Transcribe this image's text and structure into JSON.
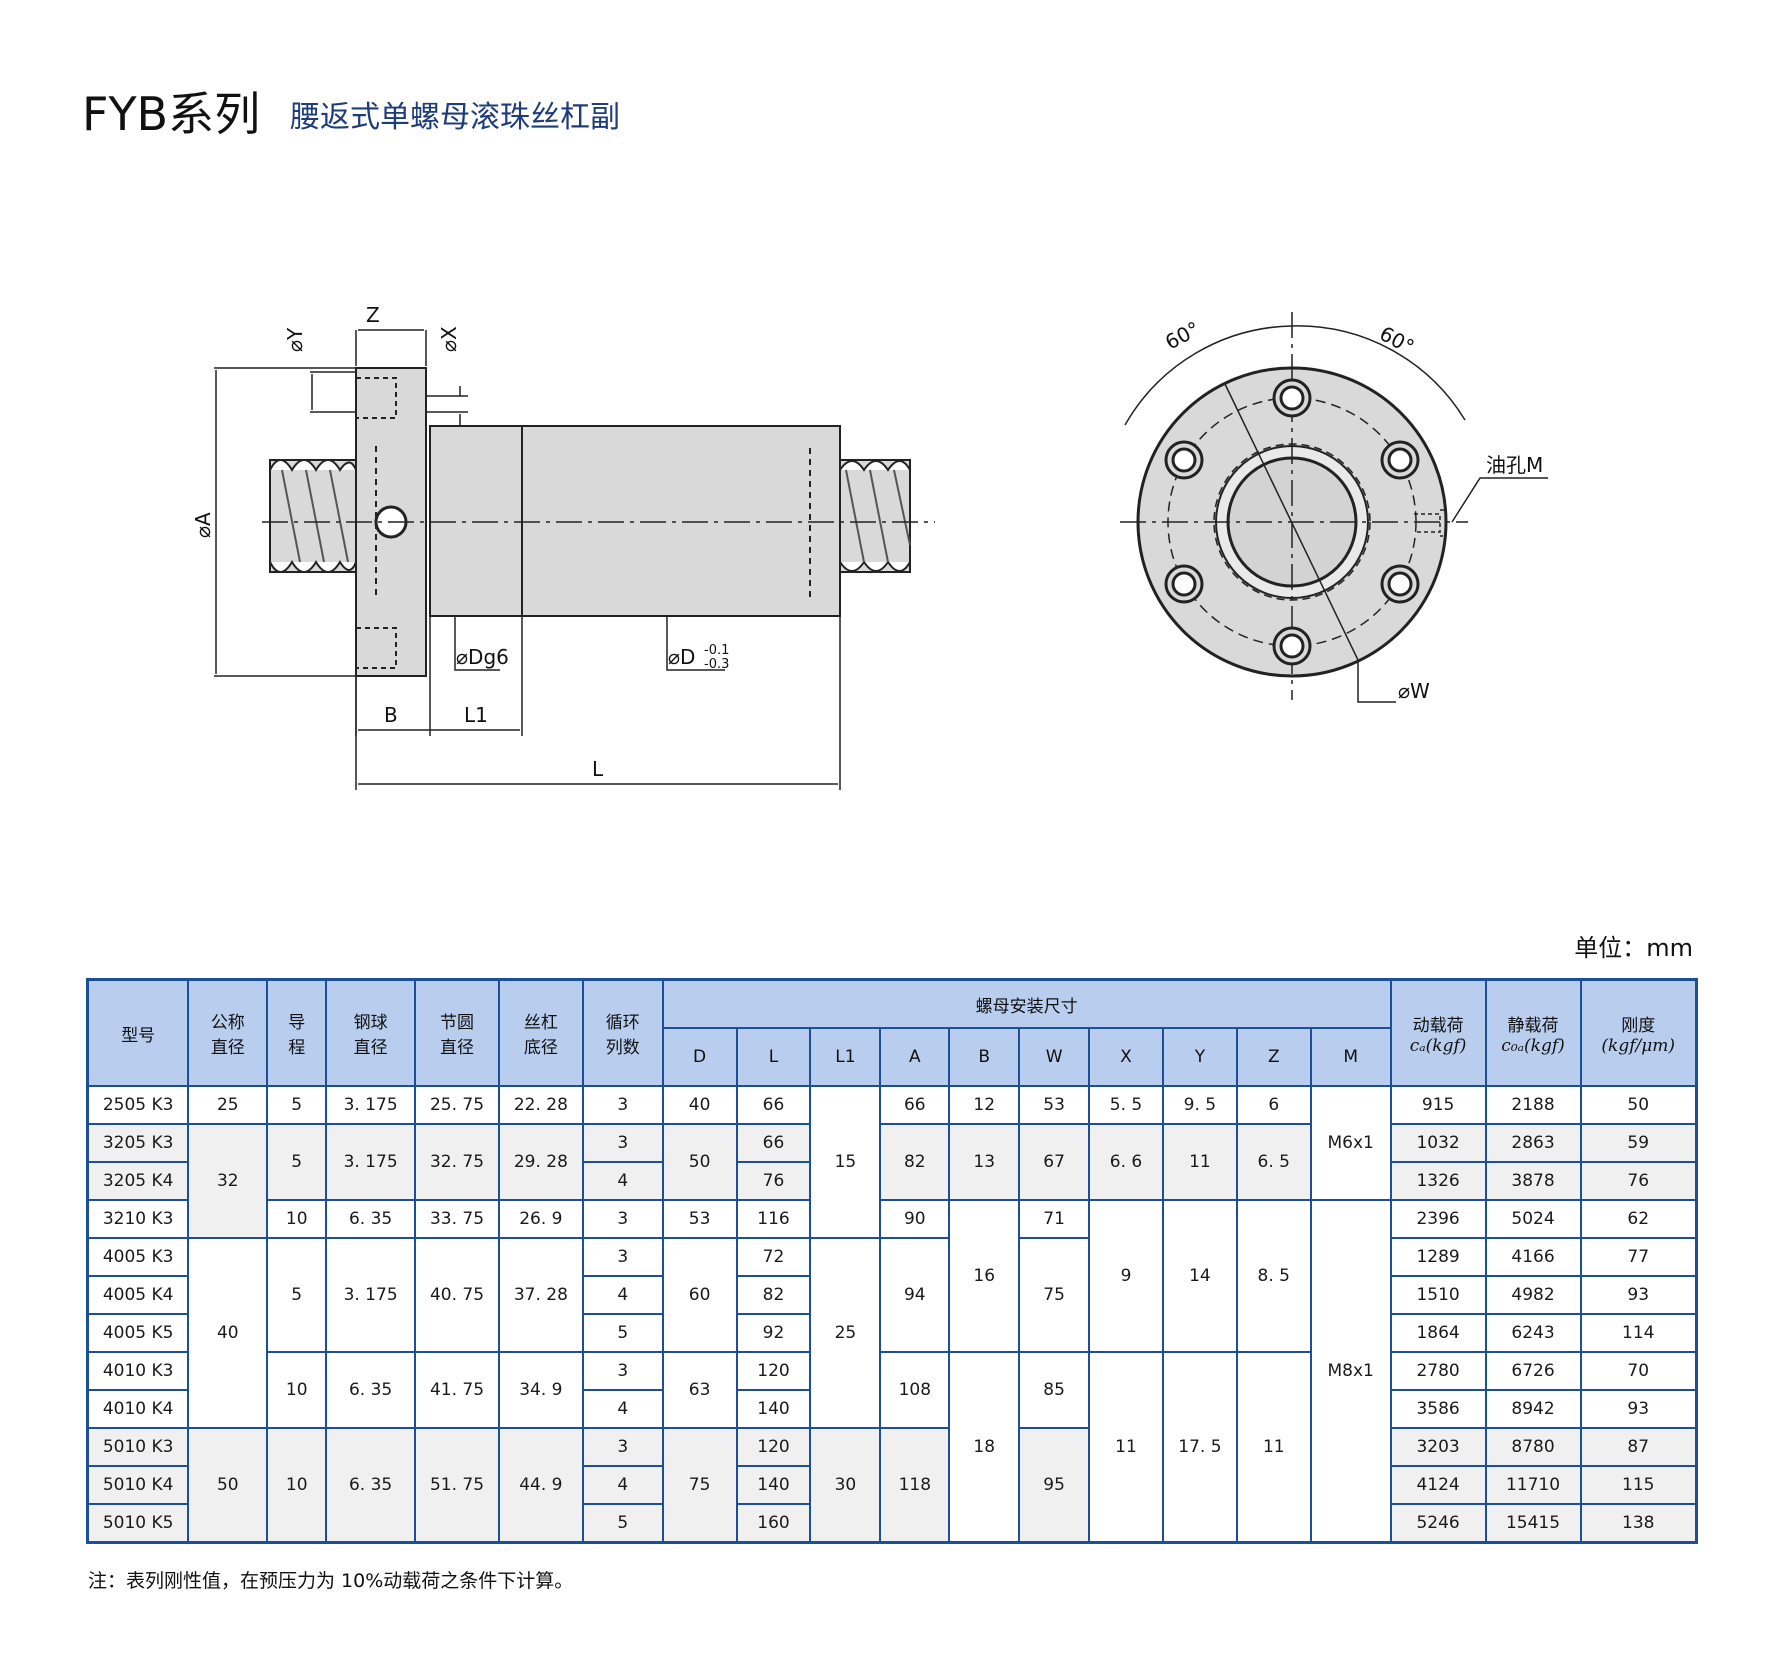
{
  "header": {
    "series": "FYB系列",
    "subtitle": "腰返式单螺母滚珠丝杠副"
  },
  "drawing": {
    "side_labels": {
      "z": "Z",
      "phi_y": "⌀Y",
      "phi_x": "⌀X",
      "phi_a": "⌀A",
      "phi_dg6": "⌀Dg6",
      "phi_d": "⌀D",
      "tol_upper": "-0.1",
      "tol_lower": "-0.3",
      "b": "B",
      "l1": "L1",
      "l": "L"
    },
    "front_labels": {
      "angle_left": "60°",
      "angle_right": "60°",
      "oil_hole": "油孔M",
      "phi_w": "⌀W"
    }
  },
  "unit": "单位：mm",
  "table": {
    "head": {
      "model": "型号",
      "nominal_dia": [
        "公称",
        "直径"
      ],
      "lead": [
        "导",
        "程"
      ],
      "ball_dia": [
        "钢球",
        "直径"
      ],
      "pitch_dia": [
        "节圆",
        "直径"
      ],
      "root_dia": [
        "丝杠",
        "底径"
      ],
      "circuits": [
        "循环",
        "列数"
      ],
      "nut_dims": "螺母安装尺寸",
      "sub": [
        "D",
        "L",
        "L1",
        "A",
        "B",
        "W",
        "X",
        "Y",
        "Z",
        "M"
      ],
      "dynamic": "动载荷",
      "dynamic_unit": "cₐ(kgf)",
      "static": "静载荷",
      "static_unit": "c₀ₐ(kgf)",
      "rigidity": "刚度",
      "rigidity_unit": "(kgf/μm)"
    },
    "rows": [
      {
        "model": "2505  K3",
        "circ": "3",
        "L": "66",
        "ca": "915",
        "c0a": "2188",
        "k": "50"
      },
      {
        "model": "3205  K3",
        "circ": "3",
        "L": "66",
        "ca": "1032",
        "c0a": "2863",
        "k": "59"
      },
      {
        "model": "3205  K4",
        "circ": "4",
        "L": "76",
        "ca": "1326",
        "c0a": "3878",
        "k": "76"
      },
      {
        "model": "3210  K3",
        "circ": "3",
        "L": "116",
        "ca": "2396",
        "c0a": "5024",
        "k": "62"
      },
      {
        "model": "4005  K3",
        "circ": "3",
        "L": "72",
        "ca": "1289",
        "c0a": "4166",
        "k": "77"
      },
      {
        "model": "4005  K4",
        "circ": "4",
        "L": "82",
        "ca": "1510",
        "c0a": "4982",
        "k": "93"
      },
      {
        "model": "4005  K5",
        "circ": "5",
        "L": "92",
        "ca": "1864",
        "c0a": "6243",
        "k": "114"
      },
      {
        "model": "4010  K3",
        "circ": "3",
        "L": "120",
        "ca": "2780",
        "c0a": "6726",
        "k": "70"
      },
      {
        "model": "4010  K4",
        "circ": "4",
        "L": "140",
        "ca": "3586",
        "c0a": "8942",
        "k": "93"
      },
      {
        "model": "5010  K3",
        "circ": "3",
        "L": "120",
        "ca": "3203",
        "c0a": "8780",
        "k": "87"
      },
      {
        "model": "5010  K4",
        "circ": "4",
        "L": "140",
        "ca": "4124",
        "c0a": "11710",
        "k": "115"
      },
      {
        "model": "5010  K5",
        "circ": "5",
        "L": "160",
        "ca": "5246",
        "c0a": "15415",
        "k": "138"
      }
    ],
    "groups": {
      "d25": "25",
      "d32": "32",
      "d40": "40",
      "d50": "50",
      "lead_5a": "5",
      "lead_5b": "5",
      "lead_10a": "10",
      "lead_5c": "5",
      "lead_10b": "10",
      "lead_10c": "10",
      "ball_a": "3. 175",
      "ball_b": "3. 175",
      "ball_c": "6. 35",
      "ball_d": "3. 175",
      "ball_e": "6. 35",
      "ball_f": "6. 35",
      "pitch_a": "25. 75",
      "pitch_b": "32. 75",
      "pitch_c": "33. 75",
      "pitch_d": "40. 75",
      "pitch_e": "41. 75",
      "pitch_f": "51. 75",
      "root_a": "22. 28",
      "root_b": "29. 28",
      "root_c": "26. 9",
      "root_d": "37. 28",
      "root_e": "34. 9",
      "root_f": "44. 9",
      "D_a": "40",
      "D_b": "50",
      "D_c": "53",
      "D_d": "60",
      "D_e": "63",
      "D_f": "75",
      "L1_a": "15",
      "L1_b": "25",
      "L1_c": "30",
      "A_a": "66",
      "A_b": "82",
      "A_c": "90",
      "A_d": "94",
      "A_e": "108",
      "A_f": "118",
      "B_a": "12",
      "B_b": "13",
      "B_c": "16",
      "B_d": "18",
      "W_a": "53",
      "W_b": "67",
      "W_c": "71",
      "W_d": "75",
      "W_e": "85",
      "W_f": "95",
      "X_a": "5. 5",
      "X_b": "6. 6",
      "X_c": "9",
      "X_d": "11",
      "Y_a": "9. 5",
      "Y_b": "11",
      "Y_c": "14",
      "Y_d": "17. 5",
      "Z_a": "6",
      "Z_b": "6. 5",
      "Z_c": "8. 5",
      "Z_d": "11",
      "M_a": "M6x1",
      "M_b": "M8x1"
    }
  },
  "note": "注：表列刚性值，在预压力为 10%动载荷之条件下计算。"
}
